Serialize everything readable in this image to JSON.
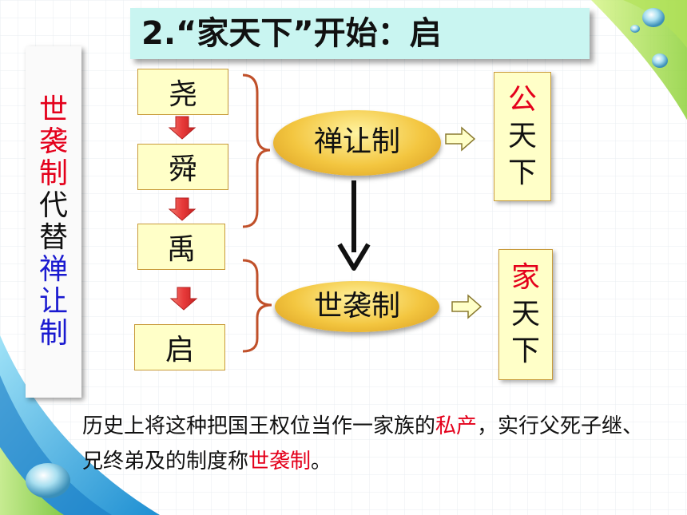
{
  "title": "2.“家天下”开始：启",
  "side_panel": {
    "part1": "世袭制",
    "part2": "代替",
    "part3": "禅让制"
  },
  "people": [
    "尧",
    "舜",
    "禹",
    "启"
  ],
  "systems": {
    "upper": "禅让制",
    "lower": "世袭制"
  },
  "results": {
    "upper": {
      "first": "公",
      "rest": [
        "天",
        "下"
      ]
    },
    "lower": {
      "first": "家",
      "rest": [
        "天",
        "下"
      ]
    }
  },
  "paragraph": {
    "p1": "历史上将这种把国王权位当作一家族的",
    "p2": "私产",
    "p3": "，实行父死子继、兄终弟及的制度称",
    "p4": "世袭制",
    "p5": "。"
  },
  "colors": {
    "title_bg": "#c9f5f1",
    "box_fill": "#ffffc8",
    "highlight_red": "#e4001b",
    "highlight_blue": "#1a1ad0",
    "bracket": "#c0502a"
  }
}
